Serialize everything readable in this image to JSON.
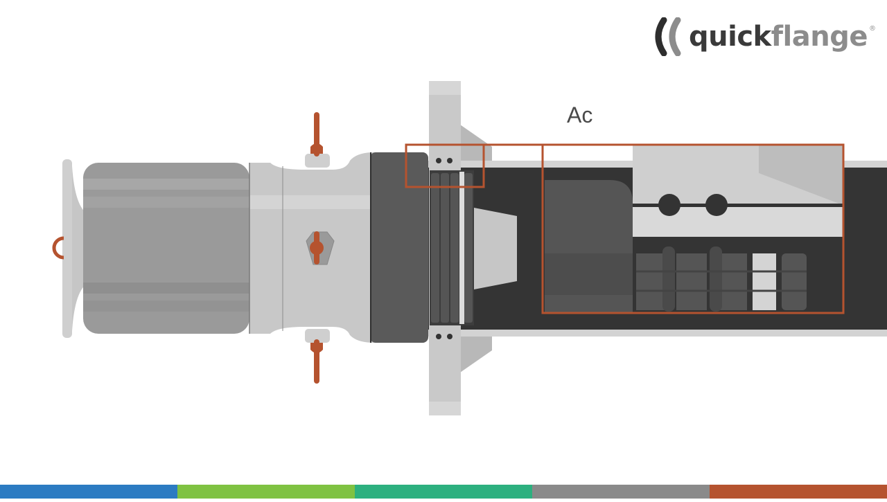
{
  "logo": {
    "brand_bold": "quick",
    "brand_light": "flange",
    "registered_mark": "®",
    "icon": "quickflange-brackets-icon"
  },
  "diagram": {
    "callout_label": "Ac",
    "colors": {
      "accent": "#b5532f",
      "dark_gray": "#343434",
      "mid_gray": "#9a9a9a",
      "light_gray": "#c6c6c6",
      "pale_gray": "#dedede"
    }
  },
  "footer_bar": {
    "segments": [
      "#2c7bc2",
      "#7fc242",
      "#2db07f",
      "#8a8a8a",
      "#b5532f"
    ]
  }
}
